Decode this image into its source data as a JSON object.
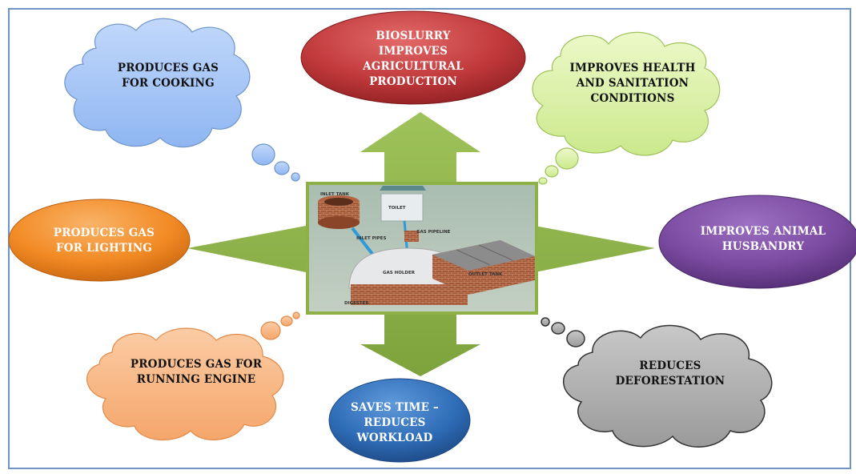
{
  "nodes": {
    "top": [
      "BIOSLURRY",
      "IMPROVES",
      "AGRICULTURAL",
      "PRODUCTION"
    ],
    "top_left": [
      "PRODUCES GAS",
      "FOR COOKING"
    ],
    "top_right": [
      "IMPROVES HEALTH",
      "AND SANITATION",
      "CONDITIONS"
    ],
    "left": [
      "PRODUCES GAS",
      "FOR LIGHTING"
    ],
    "right": [
      "IMPROVES ANIMAL",
      "HUSBANDRY"
    ],
    "bottom_left": [
      "PRODUCES GAS FOR",
      "RUNNING ENGINE"
    ],
    "bottom": [
      "SAVES TIME –",
      "REDUCES",
      "WORKLOAD"
    ],
    "bottom_right": [
      "REDUCES",
      "DEFORESTATION"
    ]
  },
  "plant_labels": {
    "inlet_tank": "INLET TANK",
    "toilet": "TOILET",
    "gas_pipeline": "GAS PIPELINE",
    "inlet_pipes": "INLET PIPES",
    "gas_holder": "GAS HOLDER",
    "outlet_tank": "OUTLET TANK",
    "digester": "DIGESTER"
  },
  "colors": {
    "frame": "#6f93c4",
    "arrow": "#8db146",
    "top_red": "#c0393b",
    "cooking_blue": "#a9c8f7",
    "health_green": "#d9f2a4",
    "lighting_orange": "#f28a24",
    "husbandry_purple": "#7a4aa0",
    "engine_peach": "#f8b987",
    "workload_blue": "#2f6db8",
    "deforestation_grey": "#b0b0b0"
  }
}
